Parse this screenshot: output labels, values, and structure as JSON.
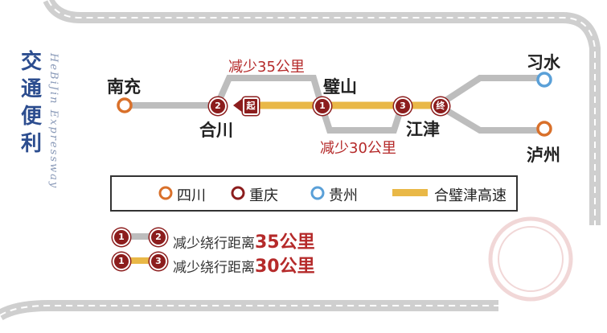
{
  "title": {
    "chars": [
      "交",
      "通",
      "便",
      "利"
    ],
    "english": "HeBiJin Expressway"
  },
  "stations": {
    "nanchong": "南充",
    "hechuan": "合川",
    "bishan": "璧山",
    "jiangjin": "江津",
    "xishui": "习水",
    "luzhou": "泸州"
  },
  "route_badges": {
    "start": "起",
    "end": "终",
    "n1": "1",
    "n2": "2",
    "n3": "3"
  },
  "detours": {
    "upper": "减少35公里",
    "lower": "减少30公里"
  },
  "legend": {
    "sichuan": "四川",
    "chongqing": "重庆",
    "guizhou": "贵州",
    "expressway": "合璧津高速"
  },
  "notes": [
    {
      "prefix": "减少绕行距离",
      "value": "35公里",
      "from": "1",
      "to": "2"
    },
    {
      "prefix": "减少绕行距离",
      "value": "30公里",
      "from": "1",
      "to": "3"
    }
  ],
  "colors": {
    "sichuan": "#d9702a",
    "chongqing": "#8c1d1d",
    "guizhou": "#5aa0d8",
    "expressway": "#e9b847",
    "existing_road": "#bdbdbd",
    "title": "#2c4d8f"
  }
}
